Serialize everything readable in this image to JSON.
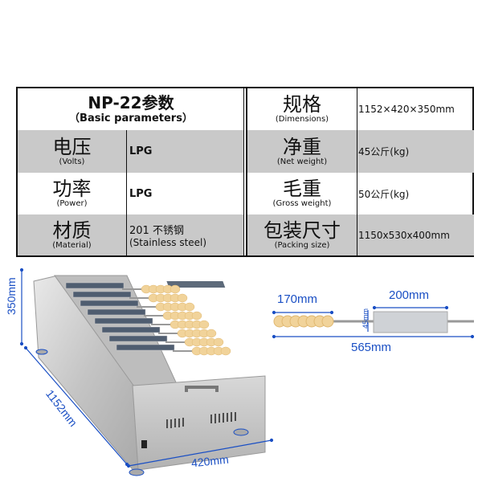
{
  "table": {
    "title": "NP-22参数",
    "subtitle": "（Basic parameters）",
    "left_rows": [
      {
        "zh": "电压",
        "en": "(Volts)",
        "value": "LPG",
        "value_en": ""
      },
      {
        "zh": "功率",
        "en": "(Power)",
        "value": "LPG",
        "value_en": ""
      },
      {
        "zh": "材质",
        "en": "(Material)",
        "value": "201 不锈钢",
        "value_en": "(Stainless steel)"
      }
    ],
    "right_rows": [
      {
        "zh": "规格",
        "en": "(Dimensions)",
        "value": "1152×420×350mm"
      },
      {
        "zh": "净重",
        "en": "(Net weight)",
        "value": "45公斤(kg)"
      },
      {
        "zh": "毛重",
        "en": "(Gross weight)",
        "value": "50公斤(kg)"
      },
      {
        "zh": "包装尺寸",
        "en": "(Packing size)",
        "value": "1150x530x400mm"
      }
    ]
  },
  "dimensions": {
    "height": "350mm",
    "length": "1152mm",
    "width": "420mm",
    "dough_length": "170mm",
    "roller_length": "200mm",
    "roller_diameter": "45mm",
    "skewer_length": "565mm"
  },
  "colors": {
    "accent": "#1a4fc4",
    "row_gray": "#c9c9c9"
  }
}
